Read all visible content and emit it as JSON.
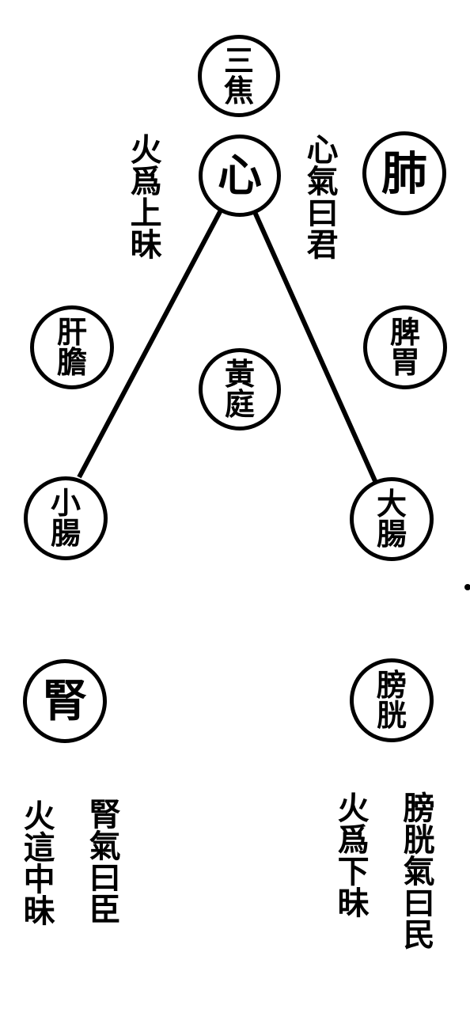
{
  "nodes": {
    "sanjiao": "三焦",
    "xin": "心",
    "fei": "肺",
    "gandan": "肝膽",
    "piwei": "脾胃",
    "huangting": "黃庭",
    "xiaochang": "小腸",
    "dachang": "大腸",
    "shen": "腎",
    "pangguang": "膀胱"
  },
  "labels": {
    "xin_qi": "心氣曰君",
    "huo_shang": "火爲上昧",
    "shen_qi": "腎氣曰臣",
    "huo_zhong": "火這中昧",
    "pangguang_qi": "膀胱氣曰民",
    "huo_xia": "火爲下昧"
  },
  "colors": {
    "ink": "#000000",
    "paper": "#ffffff"
  }
}
